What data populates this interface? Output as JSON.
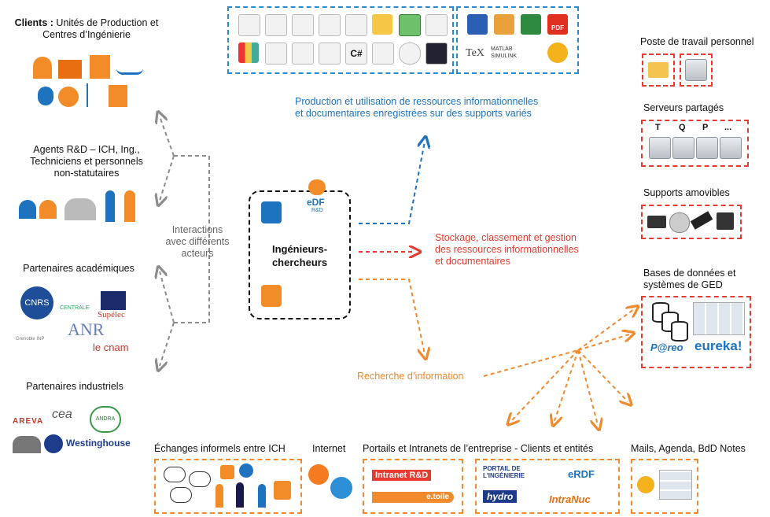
{
  "left": {
    "clients_title_bold": "Clients :",
    "clients_title_rest": " Unités de Production et",
    "clients_title_line2": "Centres d’Ingénierie",
    "agents_title": [
      "Agents R&D – ICH, Ing.,",
      "Techniciens et personnels",
      "non-statutaires"
    ],
    "academic_title": "Partenaires académiques",
    "industrial_title": "Partenaires industriels",
    "interactions_label": [
      "Interactions",
      "avec différents",
      "acteurs"
    ],
    "academic_logos": {
      "cnrs": "CNRS",
      "centrale": "CENTRALE",
      "supelec": "Supélec",
      "anr": "ANR",
      "cnam": "le cnam",
      "grenoble": "Grenoble INP"
    },
    "industrial_logos": {
      "areva": "AREVA",
      "cea": "cea",
      "andra": "ANDRA",
      "westinghouse": "Westinghouse"
    }
  },
  "center": {
    "researchers_label": [
      "Ingénieurs-",
      "chercheurs"
    ],
    "edf_logo": "eDF",
    "edf_sub": "R&D"
  },
  "flows": {
    "production": [
      "Production et utilisation de ressources informationnelles",
      "et documentaires enregistrées sur des supports variés"
    ],
    "storage": [
      "Stockage, classement et gestion",
      "des ressources informationnelles",
      "et documentaires"
    ],
    "search": "Recherche d’information"
  },
  "right": {
    "workstation_title": "Poste de travail personnel",
    "shared_servers_title": "Serveurs partagés",
    "server_labels": [
      "T",
      "Q",
      "P",
      "..."
    ],
    "removable_title": "Supports amovibles",
    "databases_title": [
      "Bases de données et",
      "systèmes de GED"
    ],
    "pareo": "P@reo",
    "eureka": "eureka!"
  },
  "bottom": {
    "informal_title": "Échanges informels entre ICH",
    "internet_title": "Internet",
    "portals_title": "Portails et Intranets de l’entreprise - Clients et entités",
    "mails_title": "Mails, Agenda, BdD Notes",
    "intranet_rd": "Intranet R&D",
    "etoile": "e.toile",
    "portail_ingenierie": "PORTAIL DE L'INGÉNIERIE",
    "erdf": "eRDF",
    "hydro": "hydro",
    "intranuc": "IntraNuc"
  },
  "top": {
    "tex": "TeX",
    "matlab": "MATLAB SIMULINK",
    "pdf": "PDF",
    "csharp": "C#"
  },
  "colors": {
    "blue": "#2a8bd0",
    "red": "#e43c2e",
    "orange": "#f08a2c",
    "gray": "#8c8c8c",
    "edf_orange": "#f28c28",
    "edf_blue": "#1e73be"
  }
}
